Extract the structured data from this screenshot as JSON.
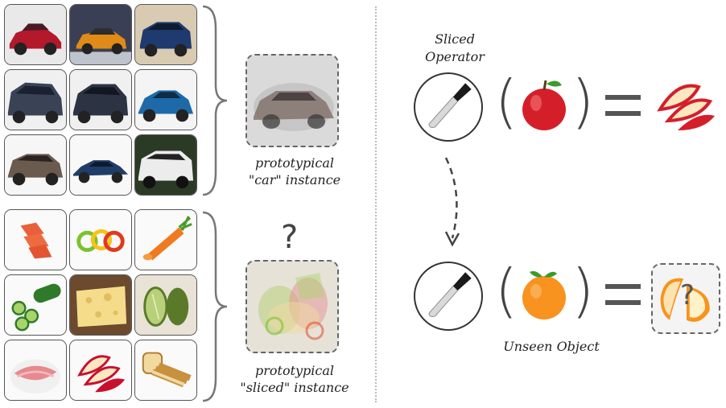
{
  "left": {
    "car_caption_line1": "prototypical",
    "car_caption_line2": "\"car\" instance",
    "sliced_caption_line1": "prototypical",
    "sliced_caption_line2": "\"sliced\" instance",
    "question_mark": "?"
  },
  "right": {
    "operator_line1": "Sliced",
    "operator_line2": "Operator",
    "unseen_label": "Unseen Object",
    "question_mark": "?"
  },
  "colors": {
    "frame": "#555555",
    "apple_red": "#d41f2a",
    "orange": "#f7931e",
    "knife_handle": "#1a1a1a"
  }
}
